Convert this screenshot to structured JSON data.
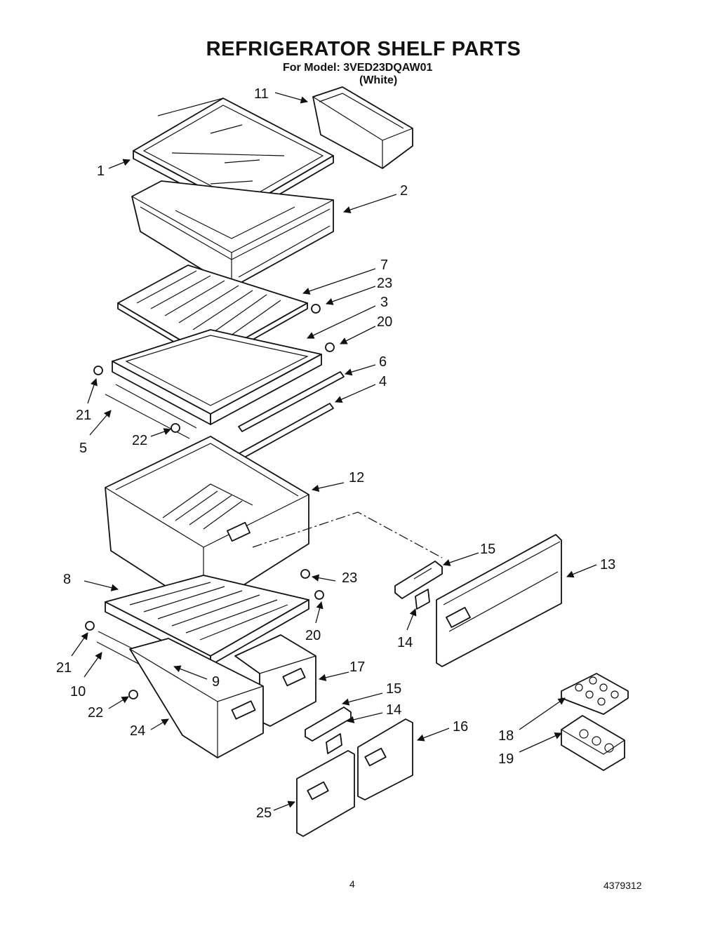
{
  "header": {
    "title": "REFRIGERATOR SHELF PARTS",
    "model_line": "For Model: 3VED23DQAW01",
    "color_line": "(White)"
  },
  "footer": {
    "page_number": "4",
    "document_number": "4379312"
  },
  "callouts": {
    "c1": "1",
    "c2": "2",
    "c3": "3",
    "c4": "4",
    "c5": "5",
    "c6": "6",
    "c7": "7",
    "c8": "8",
    "c9": "9",
    "c10": "10",
    "c11": "11",
    "c12": "12",
    "c13": "13",
    "c14a": "14",
    "c14b": "14",
    "c15a": "15",
    "c15b": "15",
    "c16": "16",
    "c17": "17",
    "c18": "18",
    "c19": "19",
    "c20a": "20",
    "c20b": "20",
    "c21a": "21",
    "c21b": "21",
    "c22a": "22",
    "c22b": "22",
    "c23a": "23",
    "c23b": "23",
    "c24": "24",
    "c25": "25"
  }
}
